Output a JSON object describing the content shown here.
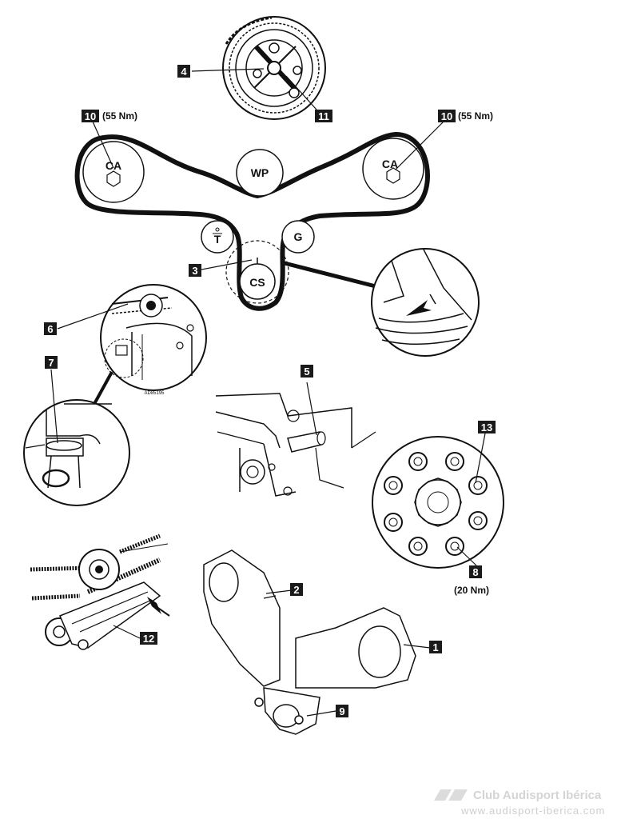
{
  "callouts": [
    {
      "id": "4",
      "text": "4"
    },
    {
      "id": "11",
      "text": "11"
    },
    {
      "id": "10a",
      "text": "10"
    },
    {
      "id": "10b",
      "text": "10"
    },
    {
      "id": "3",
      "text": "3"
    },
    {
      "id": "6",
      "text": "6"
    },
    {
      "id": "7",
      "text": "7"
    },
    {
      "id": "5",
      "text": "5"
    },
    {
      "id": "13",
      "text": "13"
    },
    {
      "id": "8",
      "text": "8"
    },
    {
      "id": "2",
      "text": "2"
    },
    {
      "id": "1",
      "text": "1"
    },
    {
      "id": "12",
      "text": "12"
    },
    {
      "id": "9",
      "text": "9"
    }
  ],
  "torques": {
    "cam_left": "(55 Nm)",
    "cam_right": "(55 Nm)",
    "crank_bolts": "(20 Nm)"
  },
  "pulleys": {
    "camshaft_left": "CA",
    "camshaft_right": "CA",
    "water_pump": "WP",
    "tensioner": "T",
    "guide": "G",
    "crankshaft": "CS"
  },
  "figure_code": "AD85195",
  "watermark": {
    "title": "Club Audisport Ibérica",
    "url": "www.audisport-iberica.com"
  }
}
